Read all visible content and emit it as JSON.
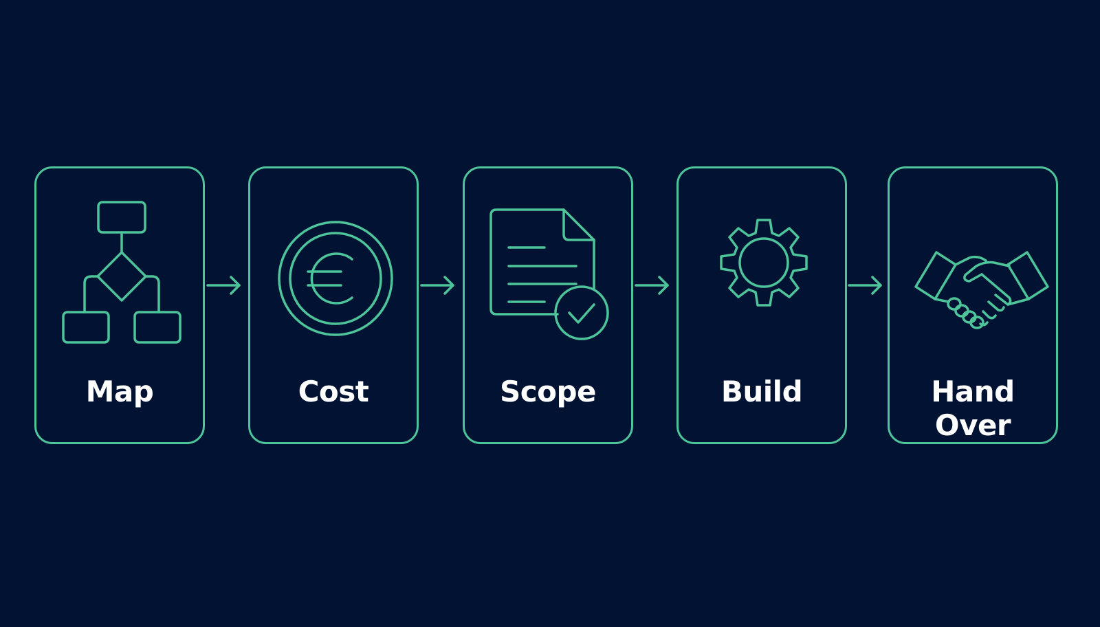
{
  "colors": {
    "background": "#021233",
    "accent": "#4dc49a",
    "text": "#ffffff"
  },
  "steps": [
    {
      "label": "Map",
      "icon": "flowchart-icon"
    },
    {
      "label": "Cost",
      "icon": "euro-coin-icon"
    },
    {
      "label": "Scope",
      "icon": "document-check-icon"
    },
    {
      "label": "Build",
      "icon": "gear-icon"
    },
    {
      "label": "Hand Over",
      "icon": "handshake-icon"
    }
  ]
}
